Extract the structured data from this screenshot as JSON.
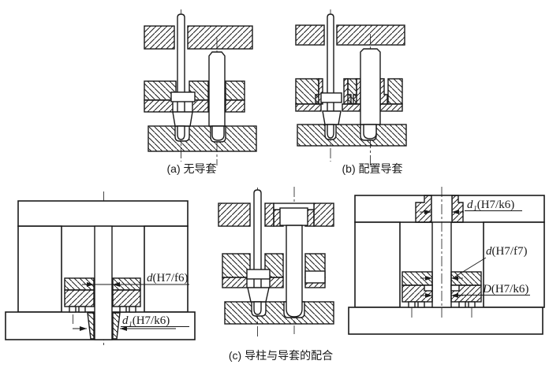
{
  "figure": {
    "captions": {
      "a": "(a) 无导套",
      "b": "(b) 配置导套",
      "c": "(c) 导柱与导套的配合"
    },
    "labels": {
      "bl_d": {
        "var": "d",
        "fit": "(H7/f6)"
      },
      "bl_d1": {
        "var": "d₁",
        "fit": "(H7/k6)"
      },
      "br_d1": {
        "var": "d₁",
        "fit": "(H7/k6)"
      },
      "br_d": {
        "var": "d",
        "fit": "(H7/f7)"
      },
      "br_D": {
        "var": "D",
        "fit": "(H7/k6)"
      }
    },
    "colors": {
      "ink": "#1a1a1a",
      "background": "#ffffff"
    }
  }
}
